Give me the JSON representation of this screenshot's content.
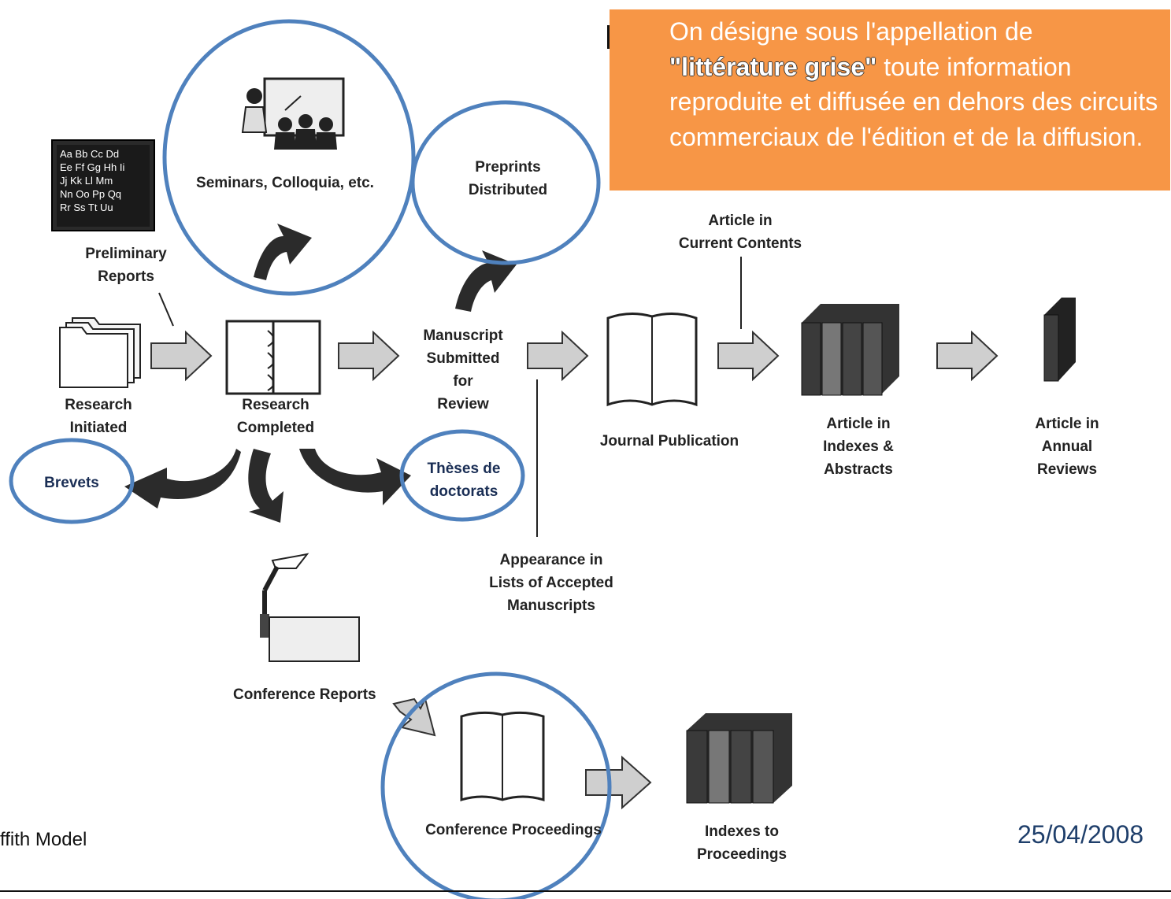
{
  "callout": {
    "line1": "On désigne sous l'appellation de",
    "bold": "\"littérature grise\"",
    "rest": " toute information reproduite et diffusée en dehors des circuits commerciaux de l'édition et de la diffusion."
  },
  "diagram": {
    "seminars": "Seminars, Colloquia, etc.",
    "preprints": "Preprints\nDistributed",
    "preliminary": "Preliminary\nReports",
    "research_initiated": "Research\nInitiated",
    "research_completed": "Research\nCompleted",
    "manuscript": "Manuscript\nSubmitted\nfor\nReview",
    "journal": "Journal Publication",
    "current_contents": "Article in\nCurrent Contents",
    "indexes_abstracts": "Article in\nIndexes &\nAbstracts",
    "annual_reviews": "Article in\nAnnual\nReviews",
    "brevets": "Brevets",
    "theses": "Thèses de\ndoctorats",
    "accepted": "Appearance in\nLists of Accepted\nManuscripts",
    "conf_reports": "Conference Reports",
    "conf_proceedings": "Conference Proceedings",
    "indexes_proceedings": "Indexes to\nProceedings",
    "chalkboard": "Aa Bb Cc Dd\nEe Ff Gg Hh Ii\nJj Kk Ll Mm\nNn Oo Pp Qq\nRr Ss Tt Uu"
  },
  "footer": {
    "left": "ffith Model",
    "date": "25/04/2008"
  },
  "colors": {
    "callout_bg": "#f79646",
    "circle_stroke": "#4f81bd",
    "arrow_fill": "#cfcfcf",
    "dark_arrow": "#2b2b2b"
  }
}
